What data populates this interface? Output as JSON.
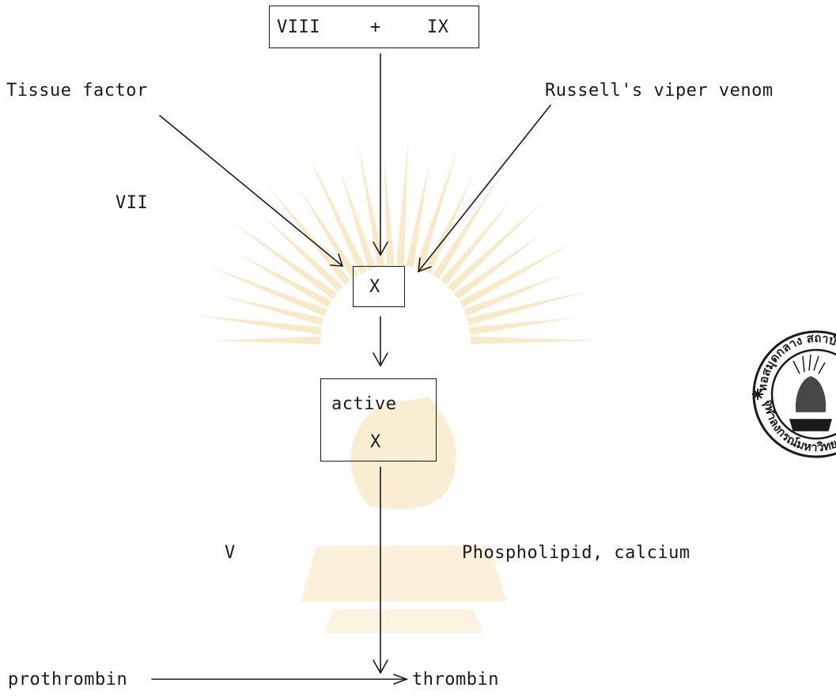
{
  "diagram": {
    "top_box": {
      "left": "VIII",
      "plus": "+",
      "right": "IX"
    },
    "tissue_factor": "Tissue factor",
    "russells_viper_venom": "Russell's viper venom",
    "factor_vii": "VII",
    "factor_x": "X",
    "active_x": {
      "line1": "active",
      "line2": "X"
    },
    "factor_v": "V",
    "phospholipid_calcium": "Phospholipid, calcium",
    "prothrombin": "prothrombin",
    "thrombin": "thrombin"
  },
  "seal": {
    "top_text": "หอสมุดกลาง สถาบันวิทย",
    "bottom_text": "จุฬาลงกรณ์มหาวิทยาลัย"
  },
  "colors": {
    "ink": "#1a1a1a",
    "watermark": "#f3d79a"
  }
}
